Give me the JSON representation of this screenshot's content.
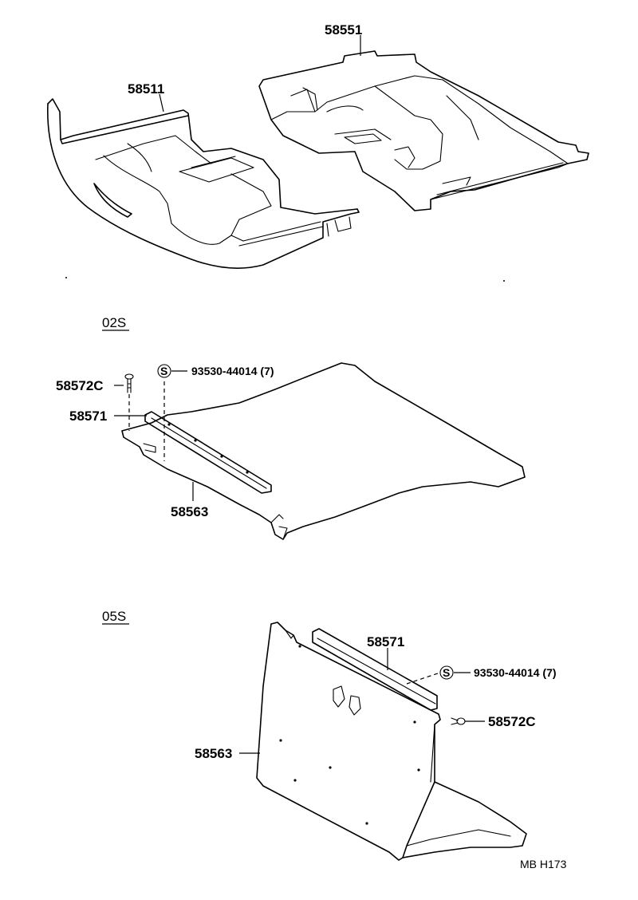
{
  "labels": {
    "front_carpet": "58511",
    "rear_carpet": "58551",
    "section_02s": "02S",
    "section_05s": "05S",
    "s_symbol": "S",
    "clip_02s": "58572C",
    "spec_02s": "93530-44014 (7)",
    "bracket_02s": "58571",
    "panel_02s": "58563",
    "bracket_05s": "58571",
    "spec_05s": "93530-44014 (7)",
    "clip_05s": "58572C",
    "panel_05s": "58563",
    "footer_code": "MB  H173"
  }
}
